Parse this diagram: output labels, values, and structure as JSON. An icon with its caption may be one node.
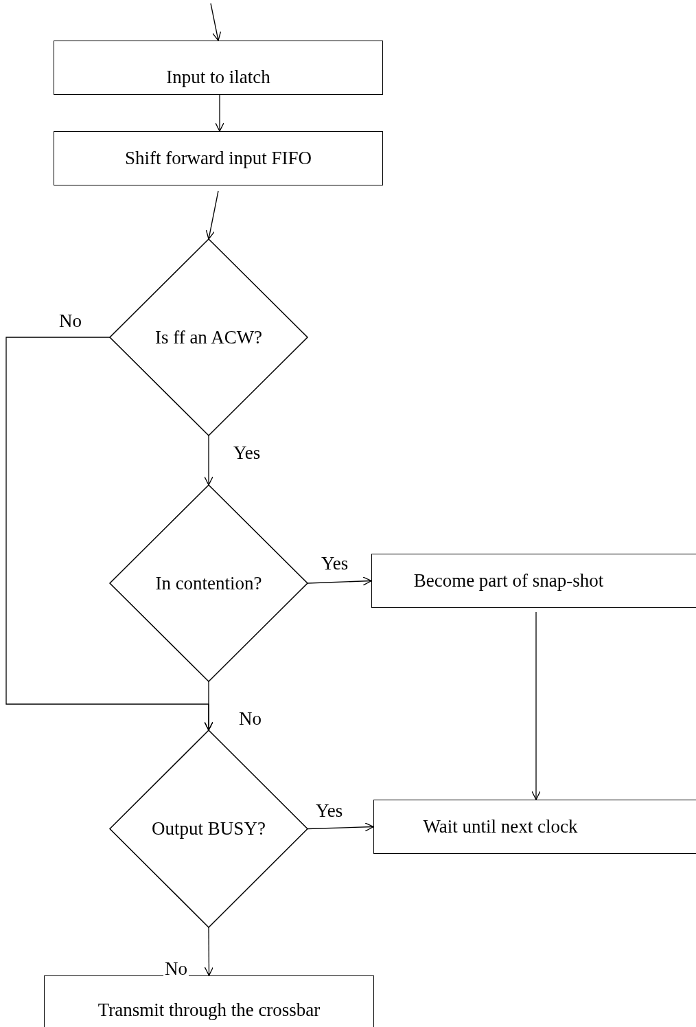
{
  "diagram": {
    "nodes": [
      {
        "text": [
          "Input to ilatch"
        ]
      },
      {
        "text": [
          "Shift forward input FIFO"
        ]
      },
      {
        "text": [
          "Is ff an ACW?"
        ]
      },
      {
        "text": [
          "In contention?"
        ]
      },
      {
        "text": [
          "Become part of snap-shot"
        ]
      },
      {
        "text": [
          "Output BUSY?"
        ]
      },
      {
        "text": [
          "Wait until next clock"
        ]
      },
      {
        "text": [
          "Transmit through the crossbar"
        ]
      }
    ],
    "edges": [
      {
        "from": null,
        "to": 0,
        "arrow": "to"
      },
      {
        "from": 0,
        "to": 1,
        "arrow": "to"
      },
      {
        "from": 1,
        "to": 2,
        "arrow": "to"
      },
      {
        "from": 2,
        "to": 3,
        "arrow": "to",
        "label": "Yes"
      },
      {
        "from": 2,
        "to": 5,
        "arrow": "to",
        "label": "No"
      },
      {
        "from": 3,
        "to": 4,
        "arrow": "to",
        "label": "Yes"
      },
      {
        "from": 4,
        "to": 6,
        "arrow": "to"
      },
      {
        "from": 3,
        "to": 5,
        "arrow": "to",
        "label": "No"
      },
      {
        "from": 5,
        "to": 6,
        "arrow": "to",
        "label": "Yes"
      },
      {
        "from": 5,
        "to": 7,
        "arrow": "to",
        "label": "No"
      }
    ]
  }
}
